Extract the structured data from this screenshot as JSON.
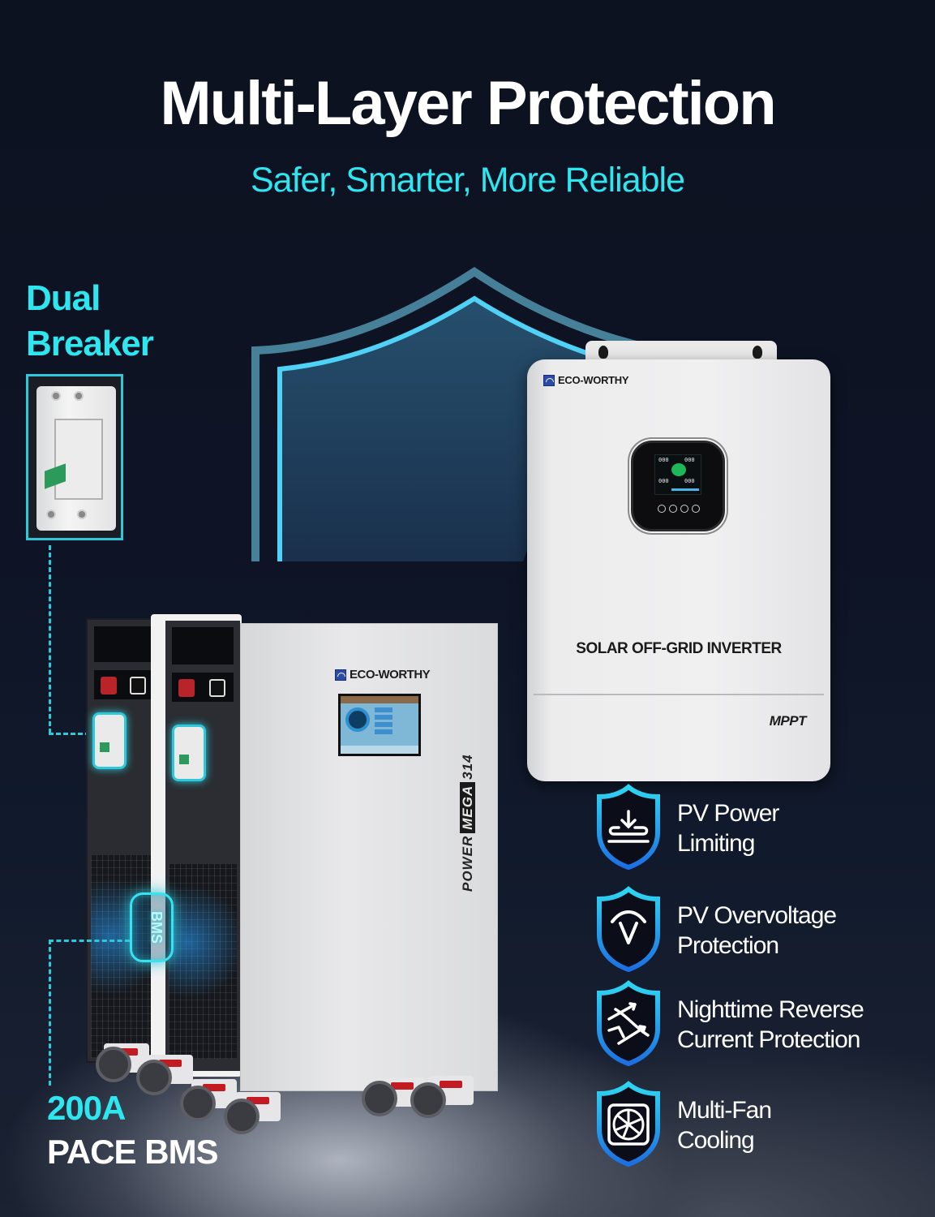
{
  "header": {
    "title": "Multi-Layer Protection",
    "subtitle": "Safer, Smarter, More Reliable"
  },
  "breaker_callout": {
    "line1": "Dual",
    "line2": "Breaker",
    "image_icon": "circuit-breaker-photo"
  },
  "bms_callout": {
    "rating": "200A",
    "name": "PACE BMS",
    "badge_label": "BMS"
  },
  "inverter": {
    "brand": "ECO-WORTHY",
    "name": "SOLAR OFF-GRID INVERTER",
    "mppt_label": "MPPT",
    "lcd_segments": [
      "000",
      "000",
      "000",
      "000"
    ]
  },
  "battery": {
    "brand": "ECO-WORTHY",
    "model_prefix": "POWER",
    "model_badge": "MEGA",
    "model_suffix": "314"
  },
  "features": [
    {
      "line1": "PV Power",
      "line2": "Limiting",
      "icon": "download-limit-icon"
    },
    {
      "line1": "PV Overvoltage",
      "line2": "Protection",
      "icon": "voltage-v-icon"
    },
    {
      "line1": "Nighttime Reverse",
      "line2": "Current Protection",
      "icon": "reverse-current-arrows-icon"
    },
    {
      "line1": "Multi-Fan",
      "line2": "Cooling",
      "icon": "fan-icon"
    }
  ],
  "colors": {
    "background": "#0e1426",
    "accent_cyan": "#2ee6f0",
    "shield_blue_top": "#2fd0f0",
    "shield_blue_bottom": "#1e6fe0",
    "text_white": "#ffffff"
  }
}
